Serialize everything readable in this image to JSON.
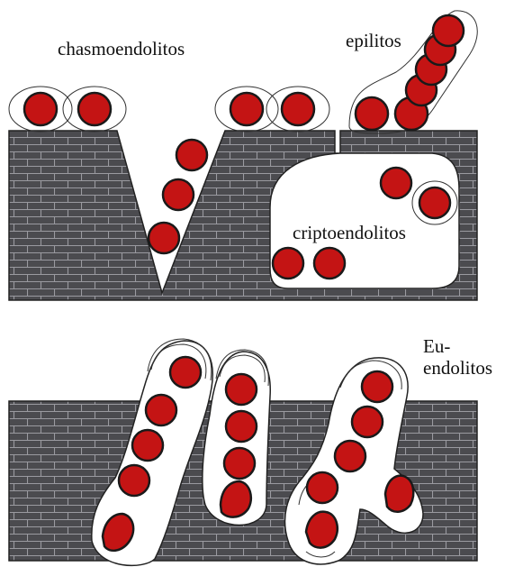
{
  "labels": {
    "chasmoendolitos": "chasmoendolitos",
    "epilitos": "epilitos",
    "criptoendolitos": "criptoendolitos",
    "eu_line1": "Eu-",
    "eu_line2": "endolitos"
  },
  "colors": {
    "rock": "#4b4b4f",
    "mortar": "#9a9aa0",
    "cell_fill": "#c41414",
    "cell_outline": "#1a1a1a",
    "background": "#ffffff"
  },
  "icons": {
    "cell": "red-circle"
  }
}
